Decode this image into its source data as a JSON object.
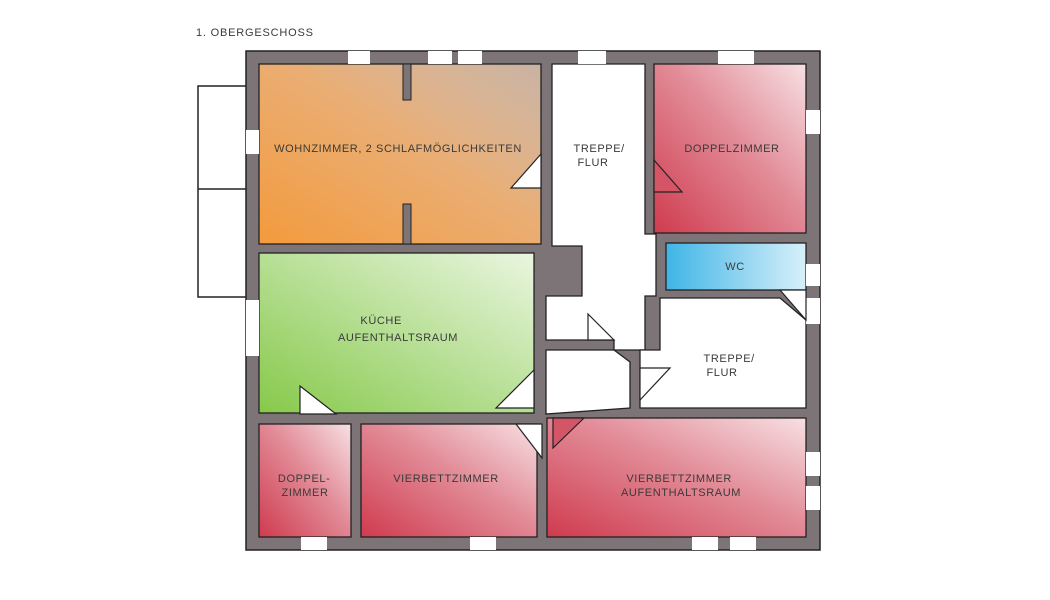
{
  "floor_title": "1. OBERGESCHOSS",
  "colors": {
    "wall": "#7d7478",
    "wohnzimmer": "#f39a3c",
    "kueche": "#88cb4e",
    "doppelzimmer": "#cf3b4e",
    "vierbett": "#cf3b4e",
    "wc": "#3fb5e6",
    "flur": "#ffffff"
  },
  "rooms": {
    "wohnzimmer": {
      "lines": [
        "WOHNZIMMER, 2 SCHLAFMÖGLICHKEITEN"
      ]
    },
    "treppe_flur_top": {
      "lines": [
        "TREPPE/",
        "FLUR"
      ]
    },
    "doppelzimmer_top": {
      "lines": [
        "DOPPELZIMMER"
      ]
    },
    "wc": {
      "lines": [
        "WC"
      ]
    },
    "kueche": {
      "lines": [
        "KÜCHE",
        "AUFENTHALTSRAUM"
      ]
    },
    "treppe_flur_bottom": {
      "lines": [
        "TREPPE/",
        "FLUR"
      ]
    },
    "doppelzimmer_bottom": {
      "lines": [
        "DOPPEL-",
        "ZIMMER"
      ]
    },
    "vierbettzimmer": {
      "lines": [
        "VIERBETTZIMMER"
      ]
    },
    "vierbett_aufenthalt": {
      "lines": [
        "VIERBETTZIMMER",
        "AUFENTHALTSRAUM"
      ]
    }
  }
}
